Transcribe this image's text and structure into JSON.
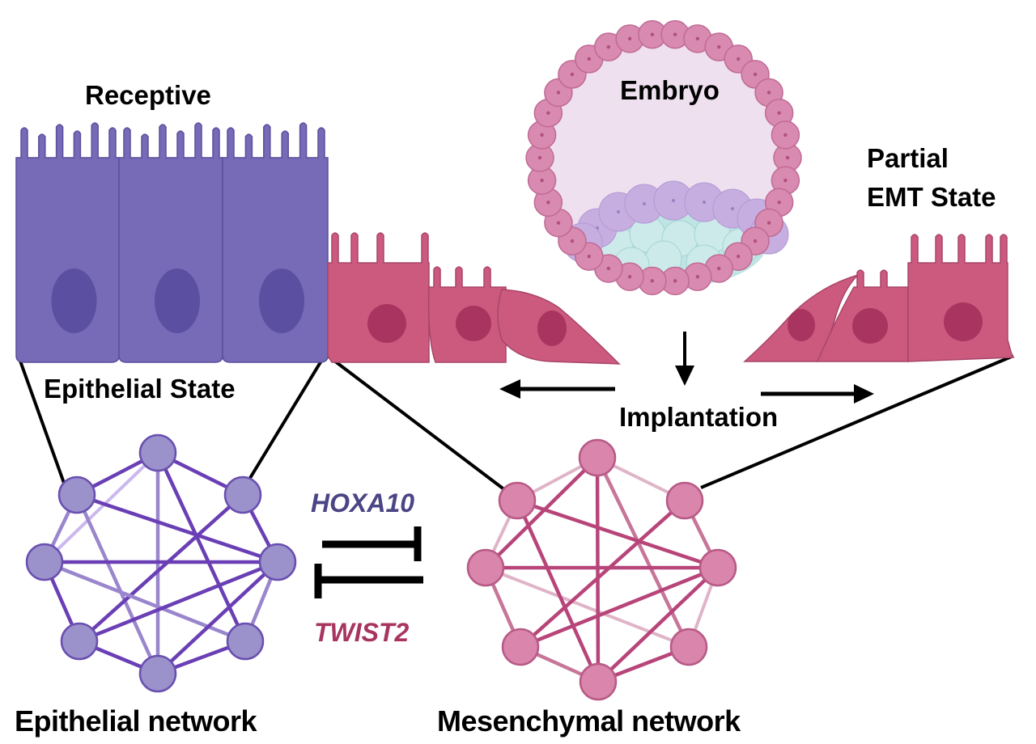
{
  "figure": {
    "labels": {
      "receptive": "Receptive",
      "epithelial_state": "Epithelial State",
      "embryo": "Embryo",
      "partial_emt_line1": "Partial",
      "partial_emt_line2": "EMT State",
      "implantation": "Implantation",
      "epithelial_network": "Epithelial network",
      "mesenchymal_network": "Mesenchymal network"
    },
    "genes": {
      "top": "HOXA10",
      "bottom": "TWIST2"
    },
    "colors": {
      "epithelial_cell": "#776bb8",
      "epithelial_nucleus": "#5a4fa0",
      "mesenchymal_cell": "#cc5a7e",
      "mesenchymal_nucleus": "#a8345f",
      "trophectoderm": "#d98ab0",
      "blastocoel": "#eee0ee",
      "icm_purple": "#c7aee0",
      "icm_teal": "#bfe4e4",
      "epi_node": "#9b92cc",
      "epi_edge": "#6a3fb5",
      "mes_node": "#d985ac",
      "mes_edge": "#b8457a",
      "hoxa10": "#4a4585",
      "twist2": "#a8345f"
    },
    "networks": {
      "epithelial": {
        "nodes": 8,
        "edges": [
          [
            0,
            1
          ],
          [
            0,
            2
          ],
          [
            1,
            3
          ],
          [
            2,
            4
          ],
          [
            3,
            5
          ],
          [
            4,
            6
          ],
          [
            5,
            7
          ],
          [
            6,
            7
          ],
          [
            0,
            7
          ],
          [
            0,
            6
          ],
          [
            1,
            4
          ],
          [
            1,
            7
          ],
          [
            2,
            5
          ],
          [
            3,
            4
          ],
          [
            3,
            6
          ],
          [
            4,
            5
          ],
          [
            4,
            7
          ]
        ],
        "faint_edges": [
          [
            0,
            3
          ]
        ]
      },
      "mesenchymal": {
        "nodes": 8,
        "edges": [
          [
            0,
            3
          ],
          [
            0,
            7
          ],
          [
            0,
            6
          ],
          [
            1,
            4
          ],
          [
            1,
            7
          ],
          [
            2,
            4
          ],
          [
            2,
            5
          ],
          [
            3,
            4
          ],
          [
            3,
            5
          ],
          [
            4,
            5
          ],
          [
            4,
            7
          ],
          [
            5,
            7
          ],
          [
            6,
            7
          ]
        ],
        "faint_edges": [
          [
            0,
            1
          ],
          [
            0,
            2
          ],
          [
            1,
            3
          ],
          [
            3,
            6
          ],
          [
            4,
            6
          ]
        ]
      }
    }
  }
}
